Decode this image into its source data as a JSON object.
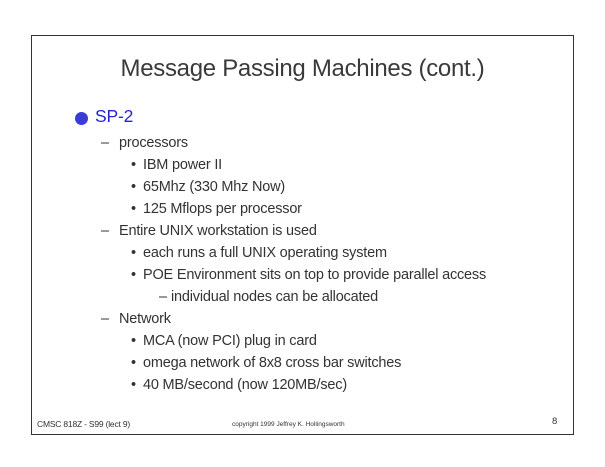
{
  "slide": {
    "title": "Message Passing Machines (cont.)",
    "level1": "SP-2",
    "sections": [
      {
        "label": "processors",
        "items": [
          "IBM power II",
          "65Mhz (330 Mhz Now)",
          "125 Mflops per processor"
        ]
      },
      {
        "label": "Entire UNIX workstation is used",
        "items": [
          "each runs a full UNIX operating system",
          "POE Environment sits on top to provide parallel access"
        ],
        "subitem": "individual nodes can be allocated"
      },
      {
        "label": "Network",
        "items": [
          "MCA (now PCI) plug in card",
          "omega network of 8x8 cross bar switches",
          "40 MB/second (now 120MB/sec)"
        ]
      }
    ],
    "dash_mark": "–",
    "dot_mark": "•"
  },
  "footer": {
    "course": "CMSC 818Z - S99  (lect 9)",
    "copyright": "copyright 1999 Jeffrey K. Hollingsworth",
    "page_number": "8"
  },
  "colors": {
    "accent": "#2323d8",
    "text": "#333333"
  }
}
